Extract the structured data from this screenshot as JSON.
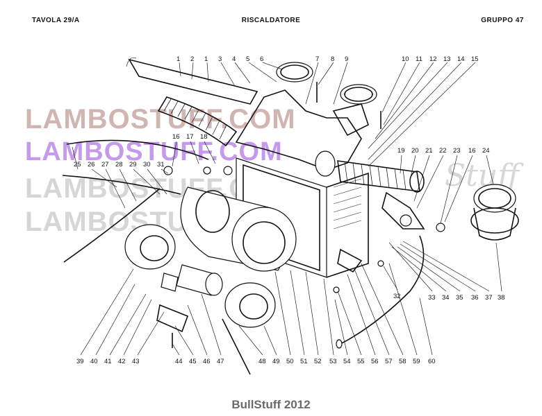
{
  "header": {
    "left": "TAVOLA 29/A",
    "center": "RISCALDATORE",
    "right": "GRUPPO 47"
  },
  "watermarks": [
    "LAMBOSTUFF.COM",
    "LAMBOSTUFF.COM",
    "LAMBOSTUFF.COM",
    "LAMBOSTUFF"
  ],
  "watermark_script": "Stuff",
  "footer": "BullStuff 2012",
  "callouts": [
    "1",
    "2",
    "1",
    "3",
    "4",
    "5",
    "6",
    "7",
    "8",
    "9",
    "10",
    "11",
    "12",
    "13",
    "14",
    "15",
    "16",
    "17",
    "18",
    "25",
    "26",
    "27",
    "28",
    "29",
    "30",
    "31",
    "19",
    "20",
    "21",
    "22",
    "23",
    "16",
    "24",
    "32",
    "33",
    "34",
    "35",
    "36",
    "37",
    "38",
    "39",
    "40",
    "41",
    "42",
    "43",
    "44",
    "45",
    "46",
    "47",
    "48",
    "49",
    "50",
    "51",
    "52",
    "53",
    "54",
    "55",
    "56",
    "57",
    "58",
    "59",
    "60"
  ]
}
